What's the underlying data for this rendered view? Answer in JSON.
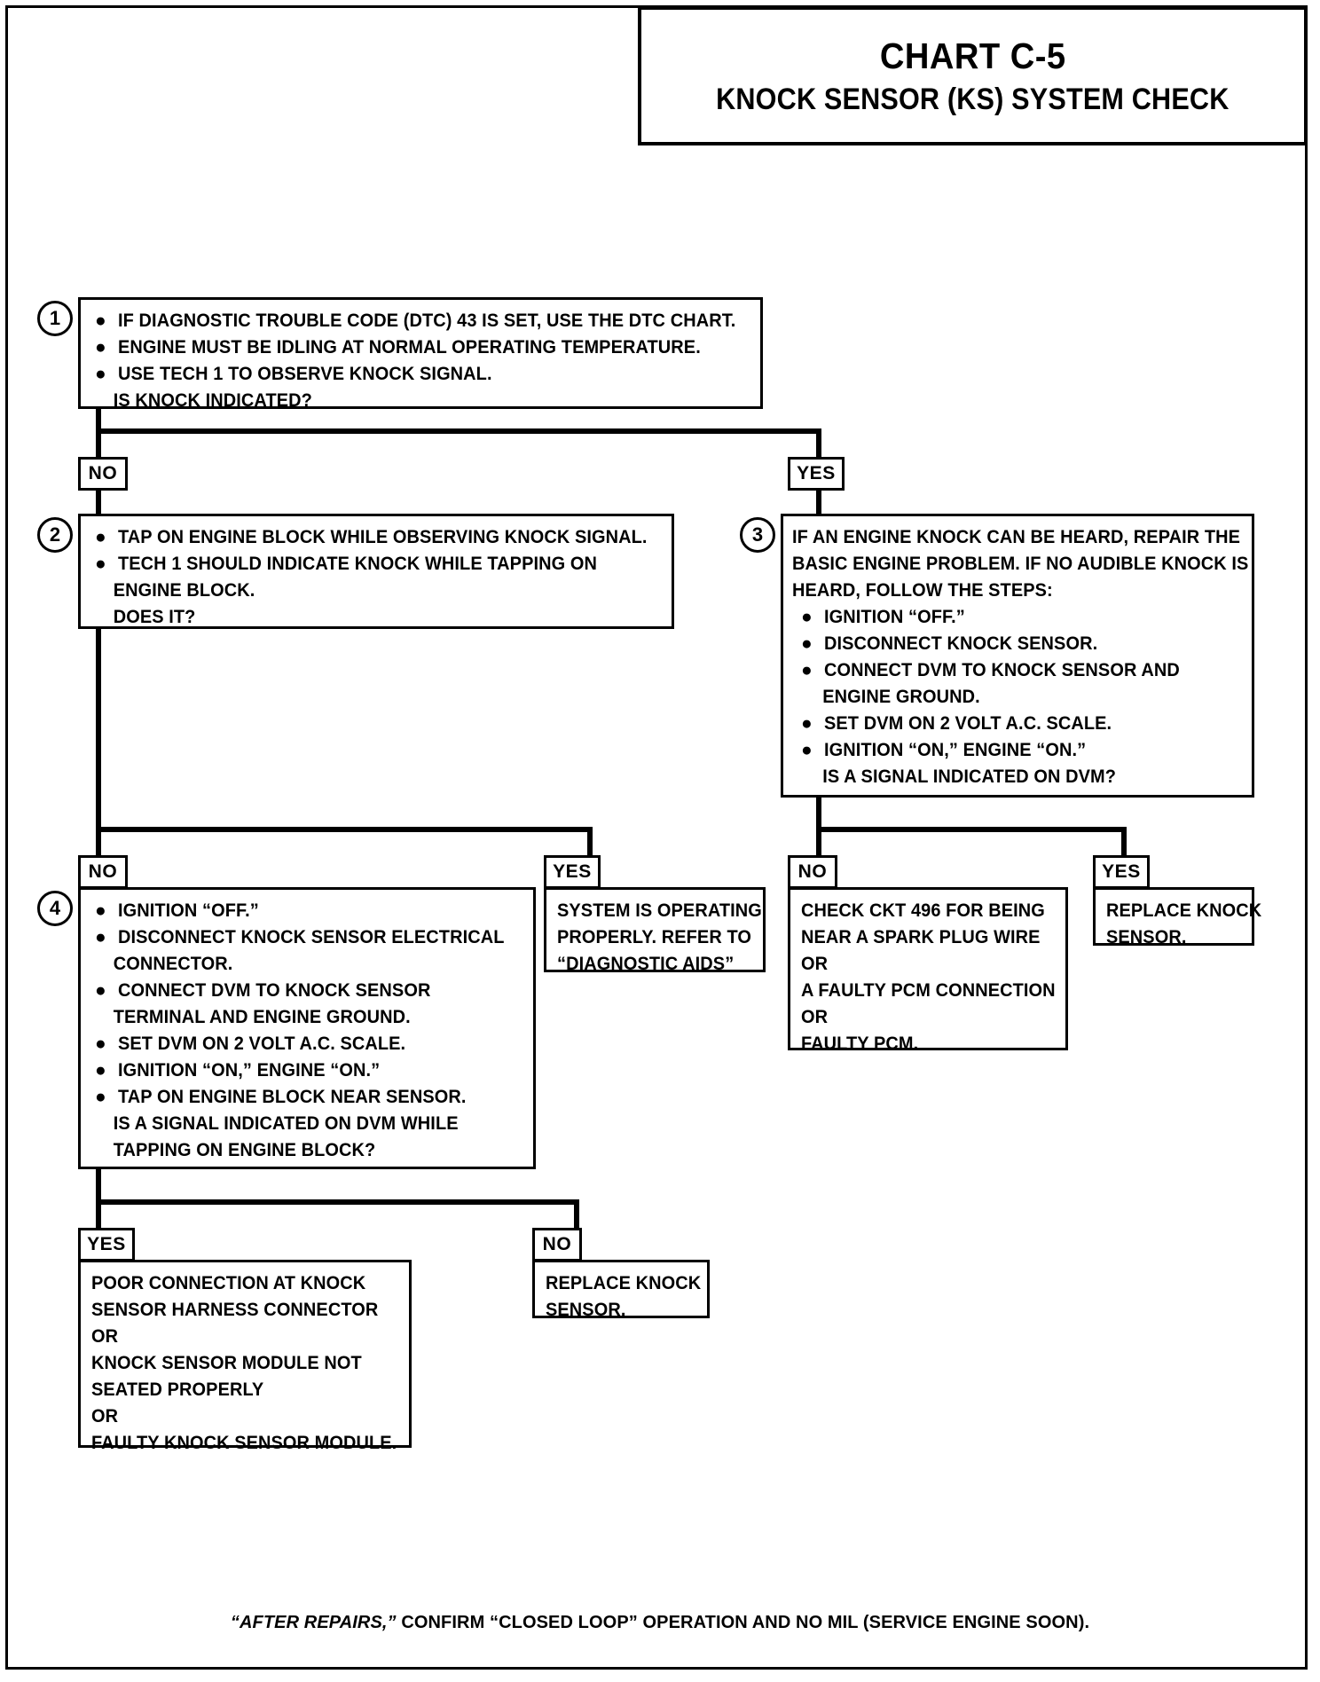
{
  "title": {
    "chart_id": "CHART C-5",
    "chart_name": "KNOCK SENSOR (KS) SYSTEM CHECK"
  },
  "footer": {
    "lead": "“AFTER REPAIRS,”",
    "rest": " CONFIRM “CLOSED LOOP” OPERATION AND NO MIL (SERVICE ENGINE SOON)."
  },
  "labels": {
    "yes": "YES",
    "no": "NO"
  },
  "bullet_glyph": "●",
  "steps": {
    "one": {
      "number": "1",
      "bullets": [
        "IF DIAGNOSTIC TROUBLE CODE (DTC) 43 IS SET, USE THE DTC CHART.",
        "ENGINE MUST BE IDLING AT NORMAL OPERATING TEMPERATURE.",
        "USE TECH 1 TO OBSERVE KNOCK SIGNAL."
      ],
      "question": "IS KNOCK INDICATED?"
    },
    "two": {
      "number": "2",
      "bullets": [
        "TAP ON ENGINE BLOCK WHILE OBSERVING KNOCK SIGNAL.",
        "TECH 1 SHOULD INDICATE KNOCK WHILE TAPPING ON"
      ],
      "bullet2_cont": "ENGINE BLOCK.",
      "question": "DOES IT?"
    },
    "three": {
      "number": "3",
      "intro": [
        "IF AN ENGINE KNOCK CAN BE HEARD, REPAIR THE",
        "BASIC ENGINE PROBLEM.  IF NO AUDIBLE KNOCK IS",
        "HEARD, FOLLOW THE STEPS:"
      ],
      "bullets": [
        "IGNITION “OFF.”",
        "DISCONNECT KNOCK SENSOR.",
        "CONNECT DVM TO KNOCK SENSOR AND",
        "SET DVM ON 2 VOLT A.C. SCALE.",
        "IGNITION “ON,” ENGINE “ON.”"
      ],
      "bullet3_cont": "ENGINE GROUND.",
      "question": "IS A SIGNAL INDICATED ON DVM?"
    },
    "four": {
      "number": "4",
      "bullets": [
        "IGNITION “OFF.”",
        "DISCONNECT KNOCK SENSOR ELECTRICAL",
        "CONNECT DVM TO KNOCK SENSOR",
        "SET DVM ON 2 VOLT A.C. SCALE.",
        "IGNITION “ON,” ENGINE “ON.”",
        "TAP ON ENGINE BLOCK NEAR SENSOR."
      ],
      "bullet2_cont": "CONNECTOR.",
      "bullet3_cont": "TERMINAL AND ENGINE GROUND.",
      "question_l1": "IS A SIGNAL INDICATED ON DVM WHILE",
      "question_l2": "TAPPING ON ENGINE BLOCK?"
    }
  },
  "results": {
    "system_ok": [
      "SYSTEM IS OPERATING",
      "PROPERLY.  REFER TO",
      "“DIAGNOSTIC AIDS”"
    ],
    "check_ckt": [
      "CHECK CKT 496 FOR BEING",
      "NEAR A SPARK PLUG WIRE",
      "OR",
      "A FAULTY PCM CONNECTION",
      "OR",
      "FAULTY PCM."
    ],
    "replace_sensor_right": [
      "REPLACE KNOCK",
      "SENSOR."
    ],
    "replace_sensor_bottom": [
      "REPLACE KNOCK",
      "SENSOR."
    ],
    "poor_connection": [
      "POOR CONNECTION AT KNOCK",
      "SENSOR HARNESS CONNECTOR",
      "OR",
      "KNOCK SENSOR MODULE NOT",
      "SEATED PROPERLY",
      "OR",
      "FAULTY KNOCK SENSOR MODULE."
    ]
  }
}
